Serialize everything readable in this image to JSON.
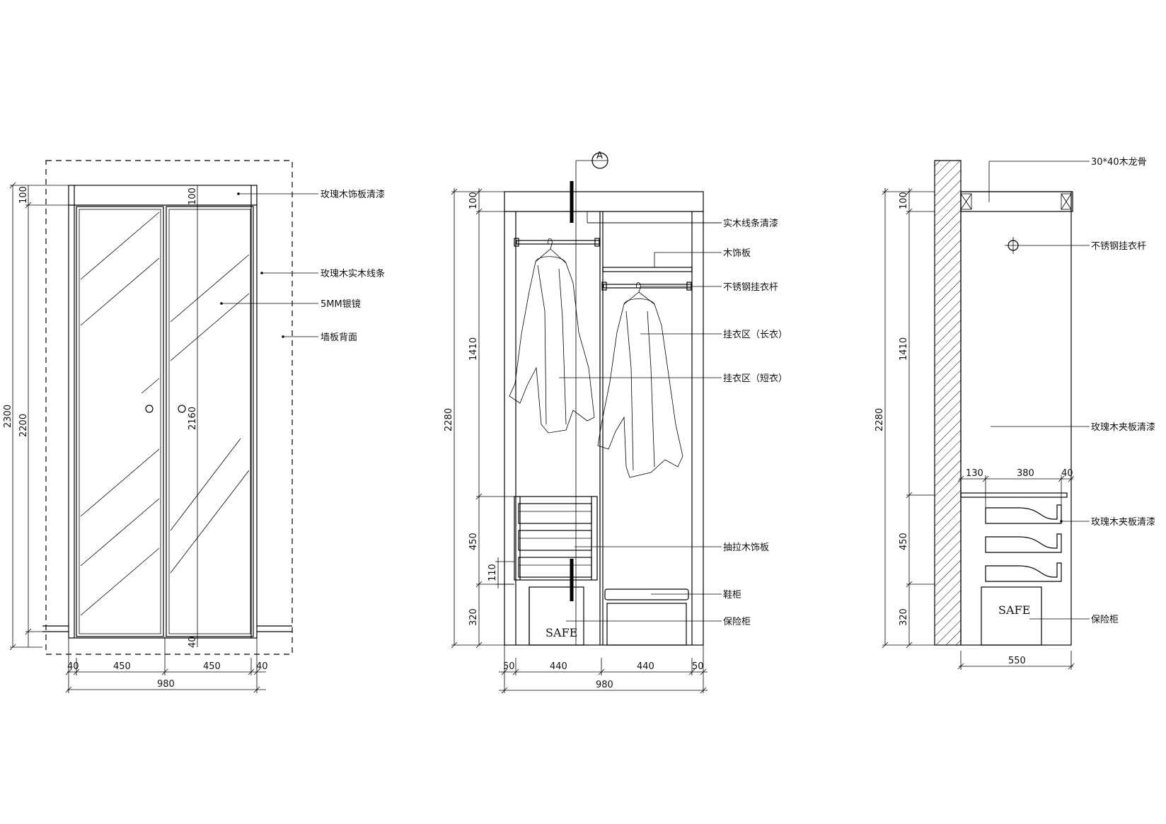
{
  "front_view": {
    "labels": [
      "玫瑰木饰板清漆",
      "玫瑰木实木线条",
      "5MM银镜",
      "墙板背面"
    ],
    "dims": {
      "top": "100",
      "top_inner": "100",
      "total_h": "2300",
      "inner_h": "2200",
      "door_h": "2160",
      "bottom_gap": "40",
      "w_left": "40",
      "w_door1": "450",
      "w_door2": "450",
      "w_right": "40",
      "total_w": "980"
    }
  },
  "interior_view": {
    "section_marker": "A",
    "labels": [
      "实木线条清漆",
      "木饰板",
      "不锈钢挂衣杆",
      "挂衣区（长衣）",
      "挂衣区（短衣）",
      "抽拉木饰板",
      "鞋柜",
      "保险柜"
    ],
    "dims": {
      "top": "100",
      "hang": "1410",
      "total_h": "2280",
      "drawers": "450",
      "drawer": "110",
      "bottom": "320",
      "w_left": "50",
      "w_bay1": "440",
      "w_bay2": "440",
      "w_right": "50",
      "total_w": "980"
    },
    "safe_text": "SAFE"
  },
  "side_view": {
    "labels": [
      "30*40木龙骨",
      "不锈钢挂衣杆",
      "玫瑰木夹板清漆",
      "玫瑰木夹板清漆",
      "保险柜"
    ],
    "dims": {
      "top": "100",
      "hang": "1410",
      "total_h": "2280",
      "drawers": "450",
      "bottom": "320",
      "d1": "130",
      "d2": "380",
      "d3": "40",
      "total_d": "550"
    },
    "safe_text": "SAFE"
  }
}
